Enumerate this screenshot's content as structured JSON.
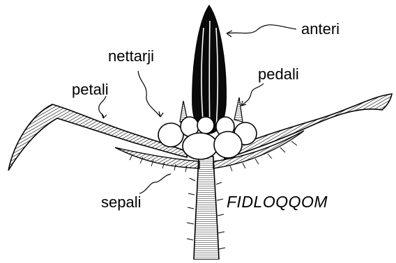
{
  "labels": {
    "anthers": "anteri",
    "nectaries": "nettarji",
    "petals": "petali",
    "stalks": "pedali",
    "sepals": "sepali",
    "title": "FIDLOQQOM"
  },
  "colors": {
    "ink": "#000000",
    "paper": "#ffffff"
  }
}
